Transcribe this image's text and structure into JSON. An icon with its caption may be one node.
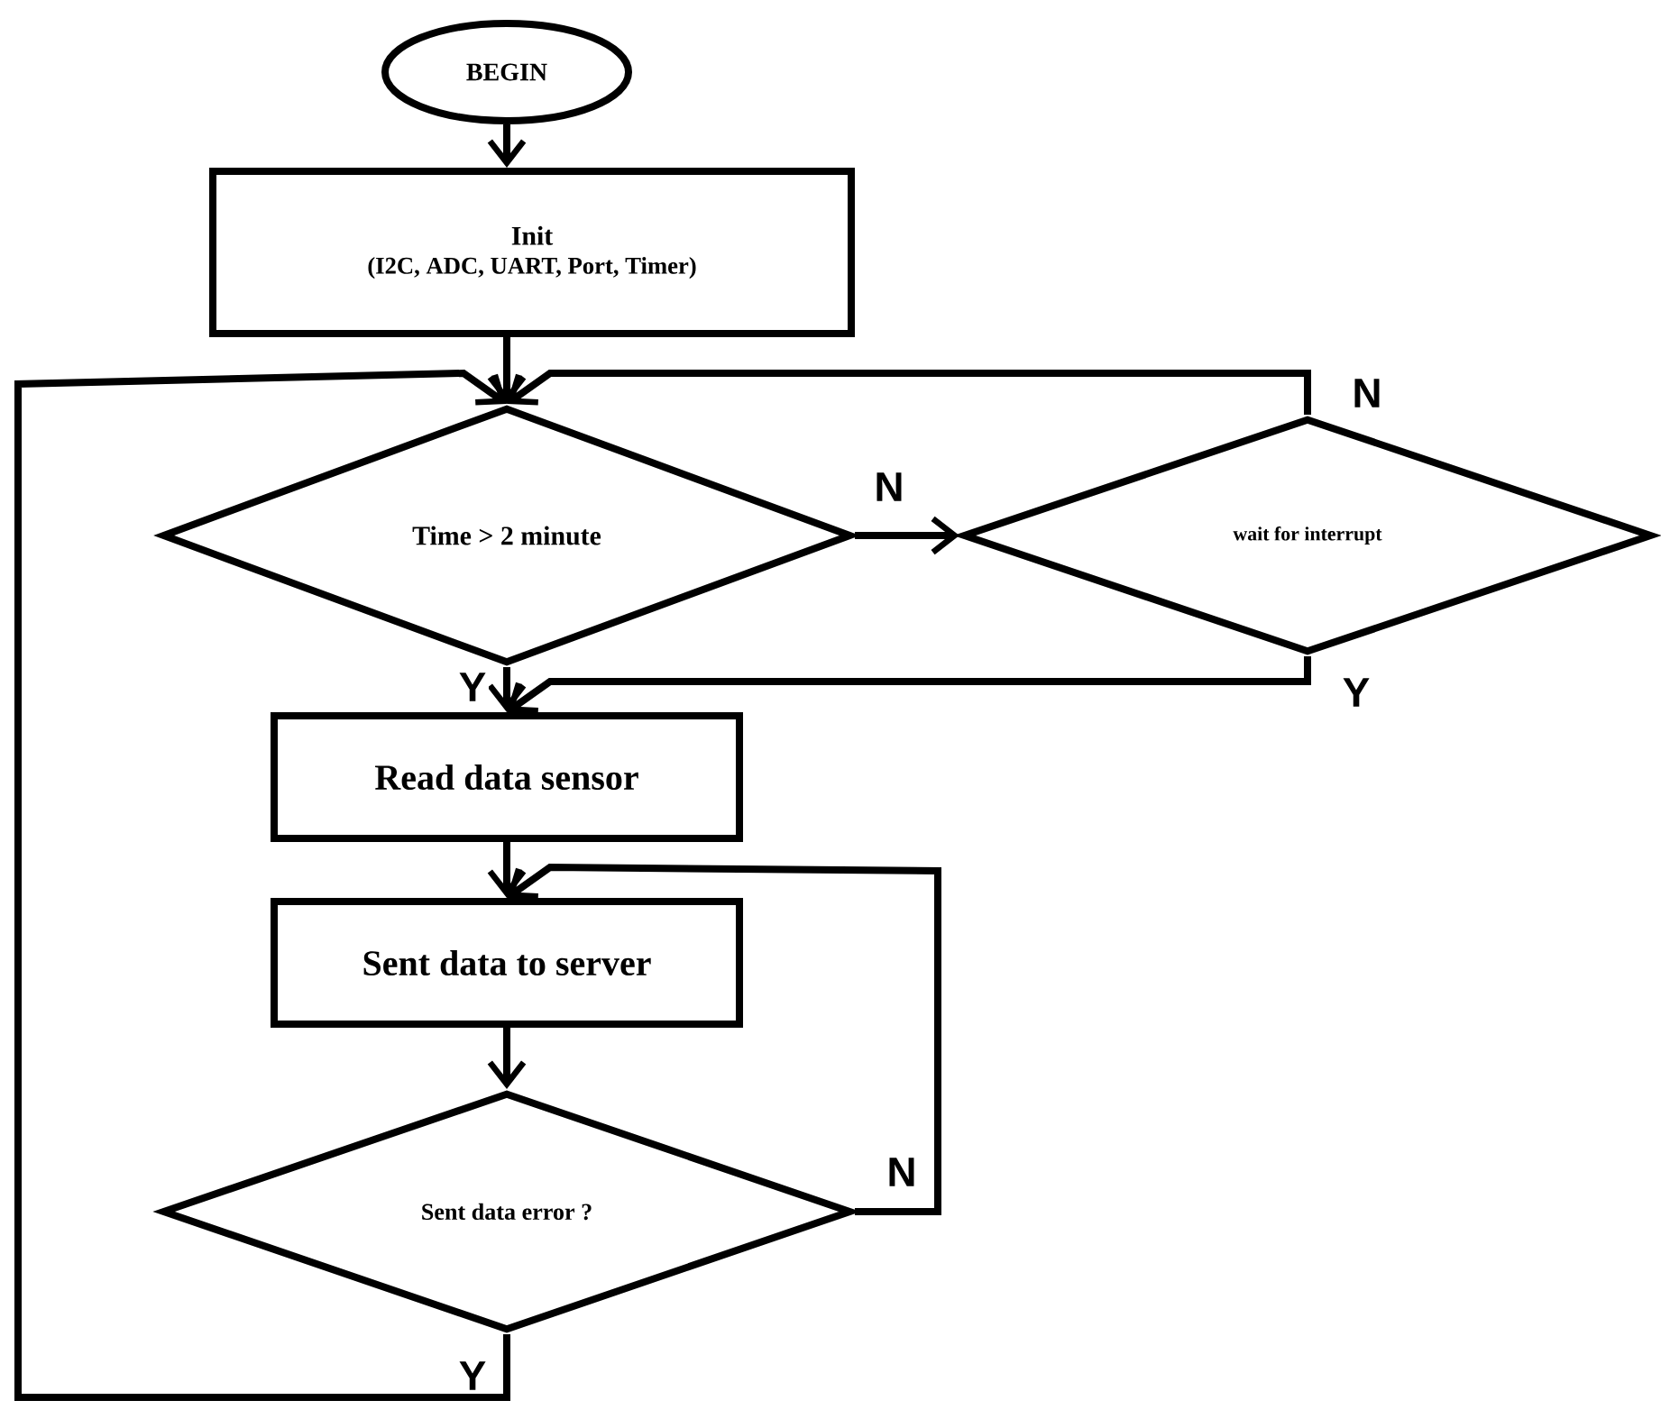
{
  "diagram": {
    "nodes": [
      {
        "text": [
          "BEGIN"
        ]
      },
      {
        "text": [
          "Init",
          "(I2C, ADC, UART, Port, Timer)"
        ]
      },
      {
        "text": [
          "Time > 2 minute"
        ]
      },
      {
        "text": [
          "wait for interrupt"
        ]
      },
      {
        "text": [
          "Read data sensor"
        ]
      },
      {
        "text": [
          "Sent data to server"
        ]
      },
      {
        "text": [
          "Sent data error ?"
        ]
      }
    ],
    "edges": [
      {
        "from": 0,
        "to": 1,
        "arrow": "to"
      },
      {
        "from": 1,
        "to": 2,
        "arrow": "to"
      },
      {
        "from": 2,
        "to": 3,
        "arrow": "to",
        "label": "N"
      },
      {
        "from": 3,
        "to": 2,
        "arrow": "to",
        "label": "N"
      },
      {
        "from": 2,
        "to": 4,
        "arrow": "to",
        "label": "Y"
      },
      {
        "from": 3,
        "to": 4,
        "arrow": "to",
        "label": "Y"
      },
      {
        "from": 4,
        "to": 5,
        "arrow": "to"
      },
      {
        "from": 5,
        "to": 6,
        "arrow": "to"
      },
      {
        "from": 6,
        "to": 5,
        "arrow": "to",
        "label": "N"
      },
      {
        "from": 6,
        "to": 2,
        "arrow": "to",
        "label": "Y"
      }
    ]
  }
}
